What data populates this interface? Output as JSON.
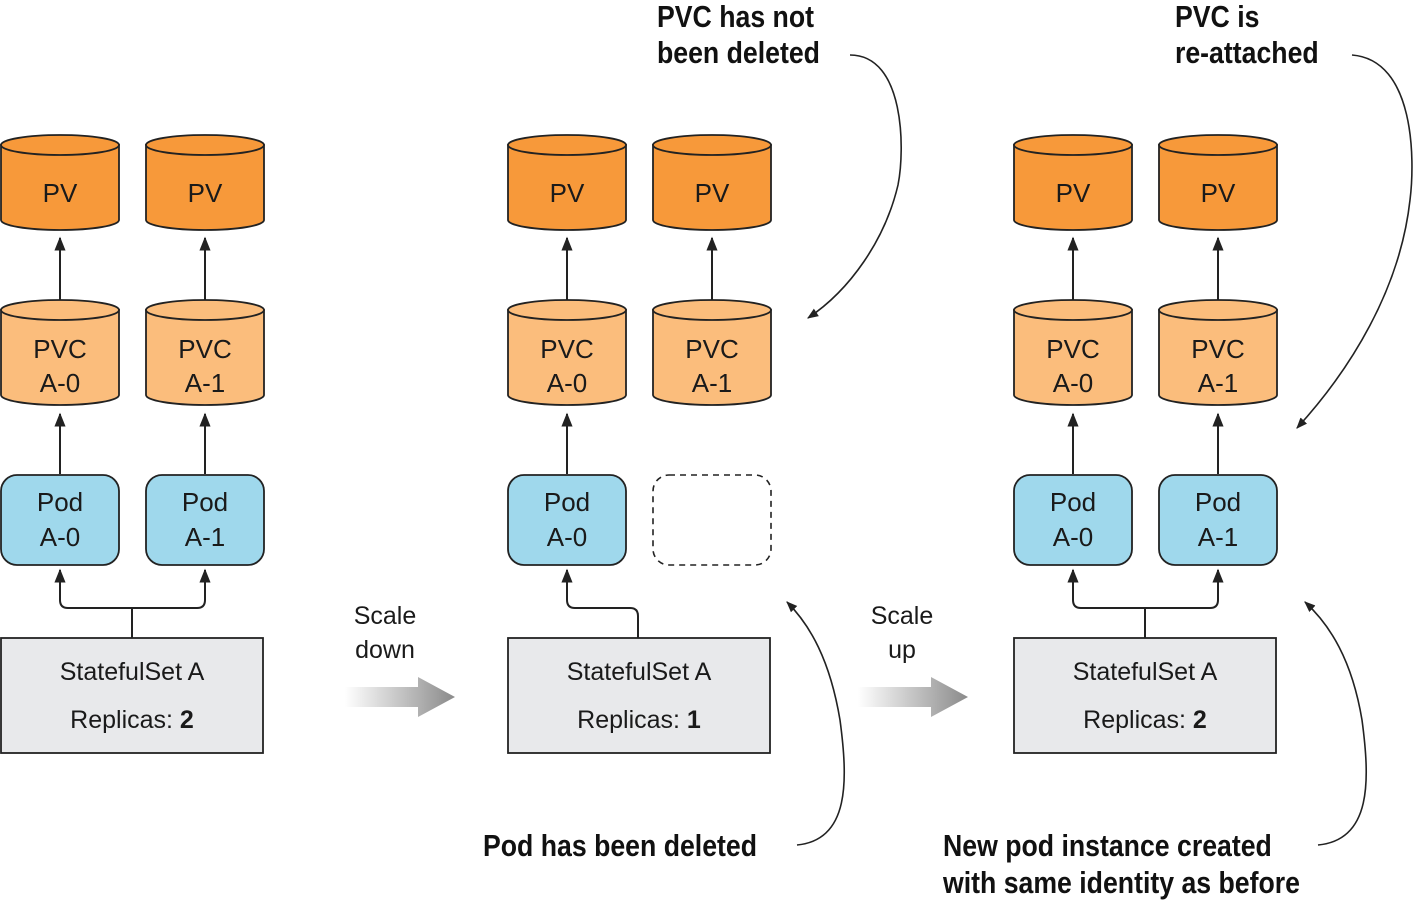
{
  "colors": {
    "pv_fill": "#f7993a",
    "pvc_fill": "#fbbd7c",
    "pod_fill": "#9fd8ec",
    "statefulset_fill": "#e8e9eb",
    "arrow_gray": "#8c8c8c"
  },
  "pv_label": "PV",
  "pvc_label": "PVC",
  "pod_label": "Pod",
  "index_labels": [
    "A-0",
    "A-1"
  ],
  "statefulset": {
    "name": "StatefulSet A",
    "replicas_prefix": "Replicas: "
  },
  "stages": [
    {
      "replicas": "2",
      "pods_present": [
        true,
        true
      ]
    },
    {
      "replicas": "1",
      "pods_present": [
        true,
        false
      ]
    },
    {
      "replicas": "2",
      "pods_present": [
        true,
        true
      ]
    }
  ],
  "transitions": [
    {
      "line1": "Scale",
      "line2": "down"
    },
    {
      "line1": "Scale",
      "line2": "up"
    }
  ],
  "annotations": {
    "pvc_not_deleted": [
      "PVC has not",
      "been deleted"
    ],
    "pvc_reattached": [
      "PVC is",
      "re-attached"
    ],
    "pod_deleted": [
      "Pod has been deleted"
    ],
    "new_pod": [
      "New pod instance created",
      "with same identity as before"
    ]
  }
}
